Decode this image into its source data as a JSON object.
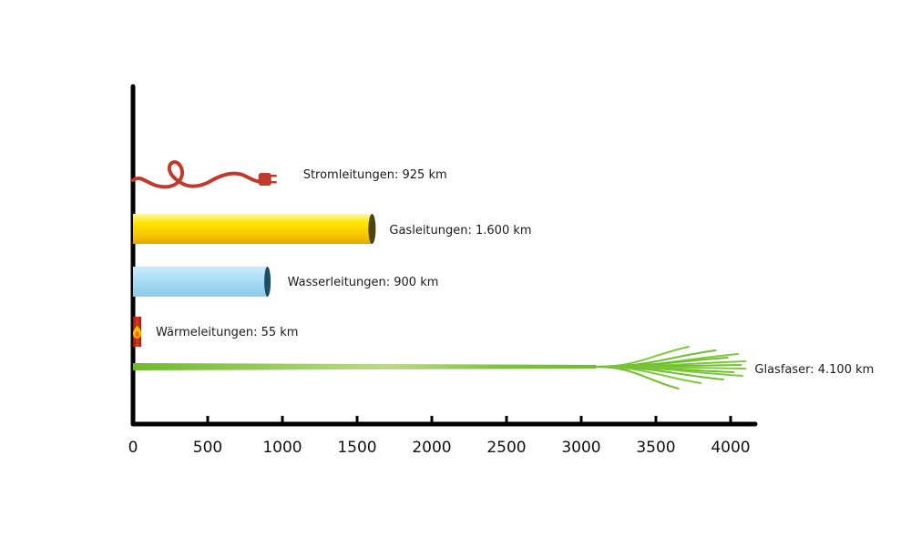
{
  "chart_data": {
    "type": "bar",
    "orientation": "horizontal",
    "categories": [
      "Stromleitungen",
      "Gasleitungen",
      "Wasserleitungen",
      "Wärmeleitungen",
      "Glasfaser"
    ],
    "values": [
      925,
      1600,
      900,
      55,
      4100
    ],
    "labels": [
      "Stromleitungen: 925 km",
      "Gasleitungen: 1.600 km",
      "Wasserleitungen: 900 km",
      "Wärmeleitungen: 55 km",
      "Glasfaser: 4.100 km"
    ],
    "xticks": [
      "0",
      "500",
      "1000",
      "1500",
      "2000",
      "2500",
      "3000",
      "3500",
      "4000"
    ],
    "xlim": [
      0,
      4150
    ],
    "unit": "km",
    "grid": false,
    "colors": {
      "strom": "#c0392b",
      "gas": "#f5c800",
      "wasser": "#a8dcf5",
      "waerme": "#c0392b",
      "glasfaser": "#6fbe2e",
      "axis": "#000000"
    }
  }
}
